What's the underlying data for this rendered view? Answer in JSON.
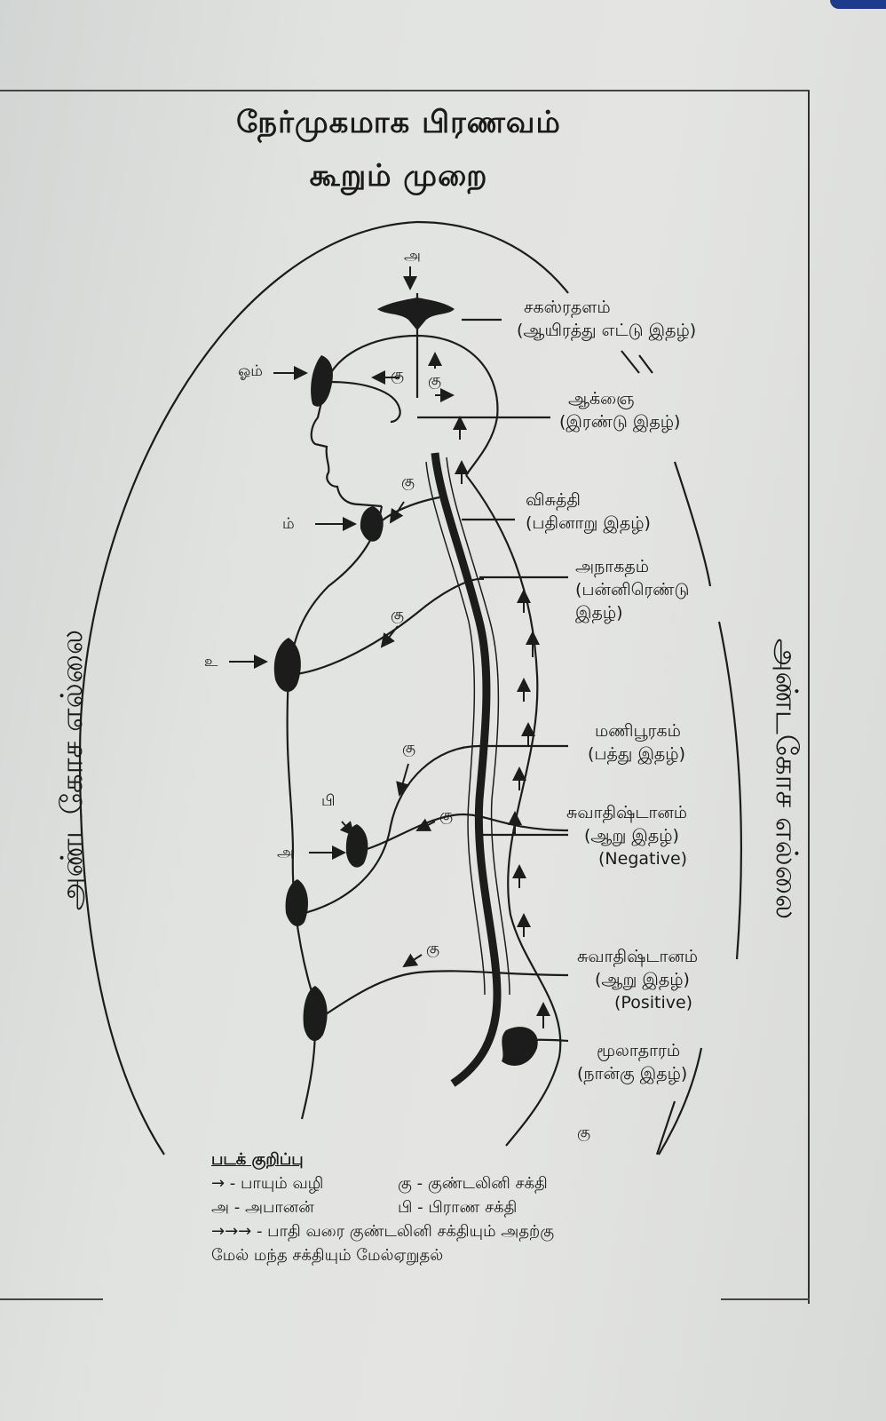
{
  "title": {
    "line1": "நேர்முகமாக பிரணவம்",
    "line2": "கூறும் முறை"
  },
  "boundary_label": "அண்டகோச எல்லை",
  "chakras": [
    {
      "name": "சகஸ்ரதளம்",
      "petals": "(ஆயிரத்து எட்டு இதழ்)"
    },
    {
      "name": "ஆக்ஞை",
      "petals": "(இரண்டு இதழ்)"
    },
    {
      "name": "விசுத்தி",
      "petals": "(பதினாறு இதழ்)"
    },
    {
      "name": "அநாகதம்",
      "petals": "(பன்னிரெண்டு",
      "petals2": "இதழ்)"
    },
    {
      "name": "மணிபூரகம்",
      "petals": "(பத்து இதழ்)"
    },
    {
      "name": "சுவாதிஷ்டானம்",
      "petals": "(ஆறு இதழ்)",
      "polarity": "(Negative)"
    },
    {
      "name": "சுவாதிஷ்டானம்",
      "petals": "(ஆறு இதழ்)",
      "polarity": "(Positive)"
    },
    {
      "name": "மூலாதாரம்",
      "petals": "(நான்கு இதழ்)"
    }
  ],
  "markers": {
    "a_top": "அ",
    "om": "ஓம்",
    "ku": "கு",
    "m": "ம்",
    "u": "உ",
    "pi": "பி",
    "a": "அ"
  },
  "legend": {
    "heading": "படக் குறிப்பு",
    "arrow_flow": "→ - பாயும் வழி",
    "ku_def": "கு - குண்டலினி சக்தி",
    "a_def": "அ - அபானன்",
    "pi_def": "பி - பிராண சக்தி",
    "triple_arrow_1": "→→→ - பாதி வரை குண்டலினி சக்தியும் அதற்கு",
    "triple_arrow_2": "மேல் மந்த சக்தியும் மேல்ஏறுதல்"
  },
  "colors": {
    "ink": "#1c1c1c",
    "paper": "#e2e4e2"
  }
}
